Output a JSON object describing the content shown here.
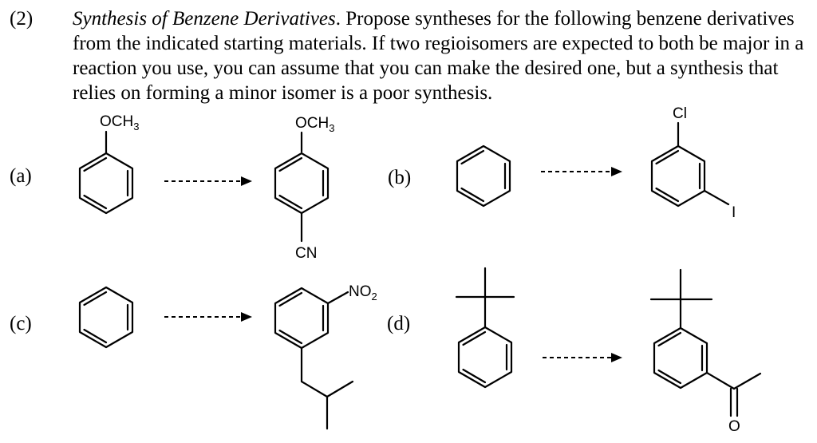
{
  "question": {
    "number": "(2)",
    "title": "Synthesis of Benzene Derivatives",
    "body": ". Propose syntheses for the following benzene derivatives from the indicated starting materials.  If two regioisomers are expected to both be major in a reaction you use, you can assume that you can make the desired one, but a synthesis that relies on forming a minor isomer is a poor synthesis."
  },
  "parts": {
    "a": {
      "label": "(a)",
      "start_group": "OCH",
      "start_group_sub": "3",
      "product_top": "OCH",
      "product_top_sub": "3",
      "product_bottom": "CN"
    },
    "b": {
      "label": "(b)",
      "product_top": "Cl",
      "product_meta": "I"
    },
    "c": {
      "label": "(c)",
      "product_group": "NO",
      "product_group_sub": "2"
    },
    "d": {
      "label": "(d)",
      "product_carbonyl_o": "O"
    }
  }
}
